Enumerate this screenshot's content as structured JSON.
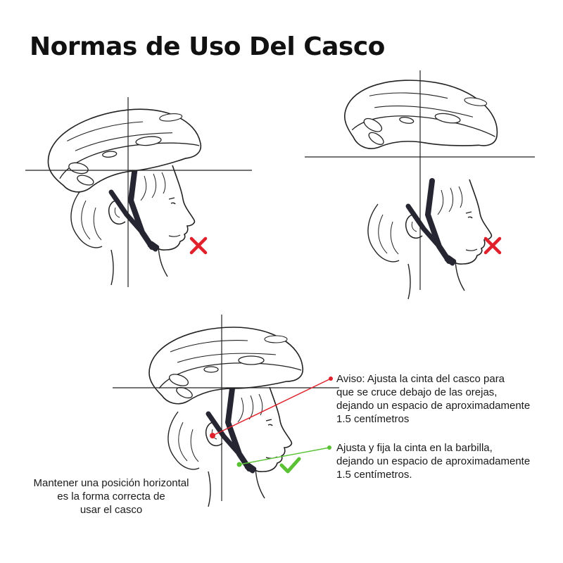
{
  "title": "Normas de Uso Del Casco",
  "panels": [
    {
      "id": "too-back",
      "correct": false,
      "mark_icon": "cross-icon",
      "mark_color": "#e0202a"
    },
    {
      "id": "too-forward",
      "correct": false,
      "mark_icon": "cross-icon",
      "mark_color": "#e0202a"
    },
    {
      "id": "correct",
      "correct": true,
      "mark_icon": "check-icon",
      "mark_color": "#5bc236"
    }
  ],
  "annotations": {
    "warning": {
      "lines": [
        "Aviso: Ajusta la cinta del casco para",
        "que se cruce debajo de las orejas,",
        "dejando un espacio de aproximadamente",
        "1.5 centímetros"
      ],
      "color": "#e0202a"
    },
    "chin": {
      "lines": [
        "Ajusta y fija la cinta en la barbilla,",
        "dejando un espacio de aproximadamente",
        "1.5 centímetros."
      ],
      "color": "#5bc236"
    },
    "horizontal": {
      "lines": [
        "Mantener una posición horizontal",
        "es la forma correcta de",
        "usar el casco"
      ]
    }
  }
}
